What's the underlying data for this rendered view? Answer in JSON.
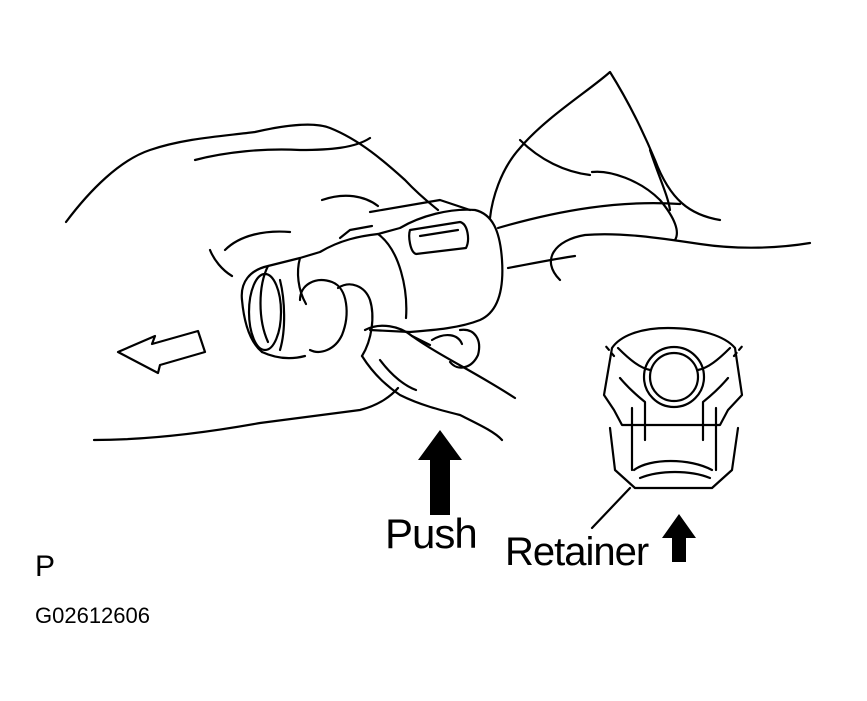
{
  "labels": {
    "push": "Push",
    "retainer": "Retainer",
    "view_code": "P",
    "figure_id": "G02612606"
  },
  "colors": {
    "ink": "#000000",
    "paper": "#ffffff"
  }
}
